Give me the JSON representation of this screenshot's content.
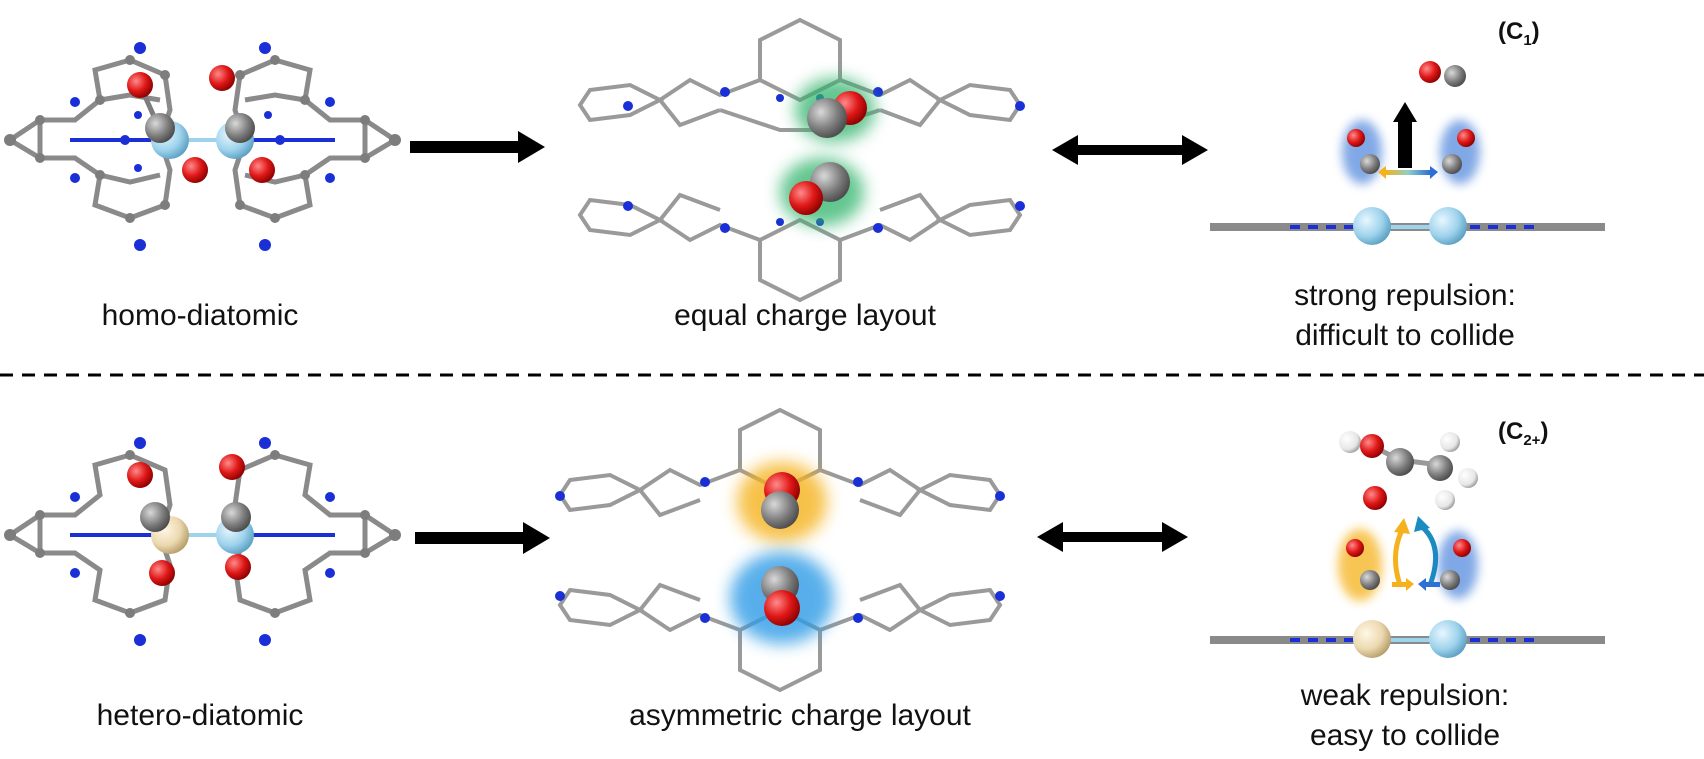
{
  "rows": [
    {
      "id": "homo",
      "structure_label": "homo-diatomic",
      "layout_label": "equal charge layout",
      "outcome_line1": "strong repulsion:",
      "outcome_line2": "difficult to collide",
      "product_tag_main": "(C",
      "product_tag_sub": "1",
      "product_tag_end": ")",
      "metal_colors": [
        "#9fd3ec",
        "#9fd3ec"
      ],
      "glow_colors": [
        "#2fb36a",
        "#2fb36a"
      ]
    },
    {
      "id": "hetero",
      "structure_label": "hetero-diatomic",
      "layout_label": "asymmetric charge layout",
      "outcome_line1": "weak repulsion:",
      "outcome_line2": "easy to collide",
      "product_tag_main": "(C",
      "product_tag_sub": "2+",
      "product_tag_end": ")",
      "metal_colors": [
        "#ecd9b0",
        "#9fd3ec"
      ],
      "glow_colors": [
        "#f5b21c",
        "#2e9be6"
      ]
    }
  ],
  "colors": {
    "carbon": "#7d7d7d",
    "nitrogen": "#1a2fd6",
    "oxygen": "#e01818",
    "hydrogen": "#f2f2f2",
    "arrow": "#000000",
    "divider": "#000000"
  }
}
